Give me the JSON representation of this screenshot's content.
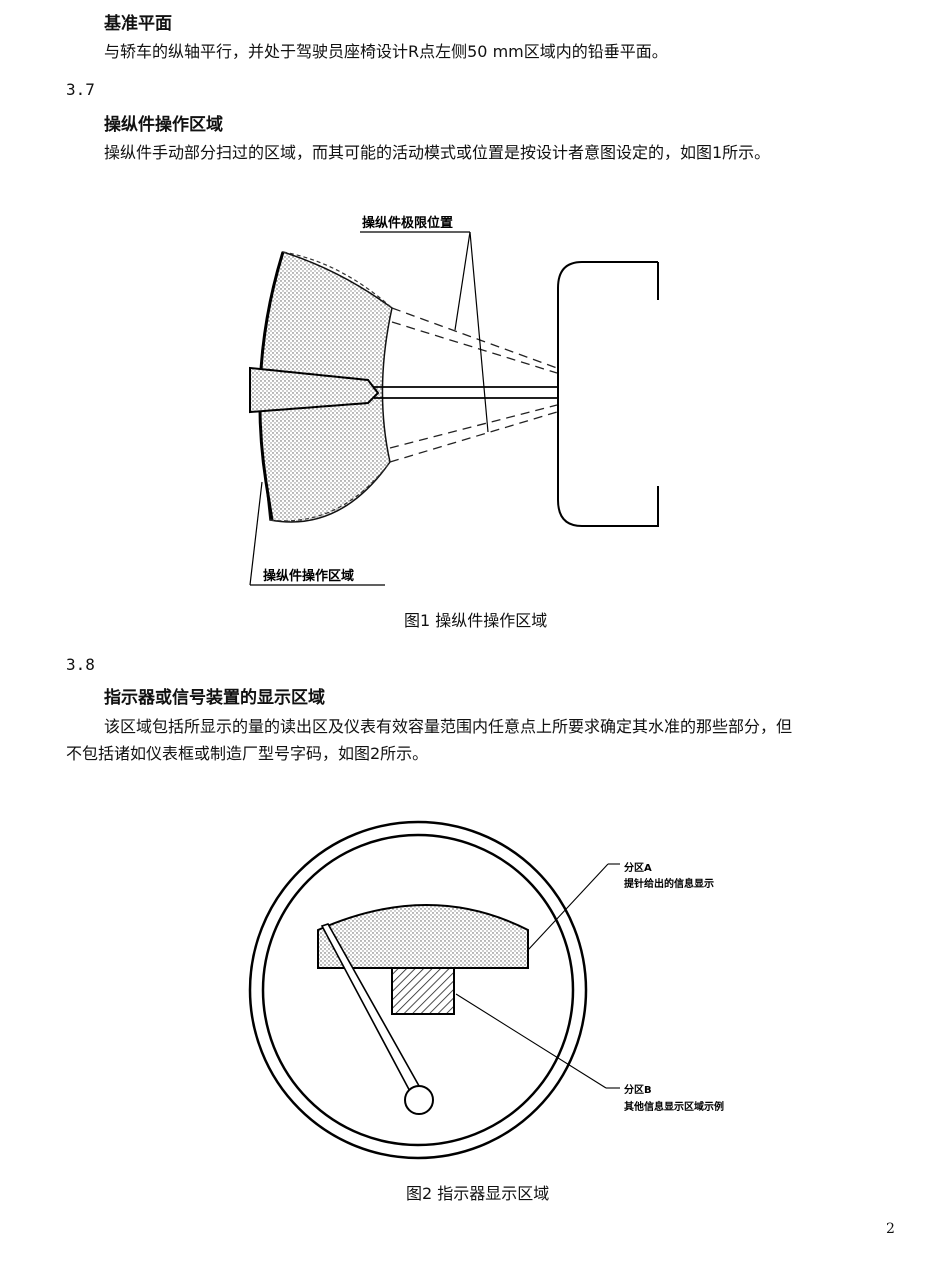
{
  "sections": {
    "reference_plane": {
      "term": "基准平面",
      "definition": "与轿车的纵轴平行，并处于驾驶员座椅设计R点左侧50 mm区域内的铅垂平面。"
    },
    "s37": {
      "number": "3.7",
      "term": "操纵件操作区域",
      "definition": "操纵件手动部分扫过的区域，而其可能的活动模式或位置是按设计者意图设定的，如图1所示。"
    },
    "s38": {
      "number": "3.8",
      "term": "指示器或信号装置的显示区域",
      "definition_line1": "该区域包括所显示的量的读出区及仪表有效容量范围内任意点上所要求确定其水准的那些部分，但",
      "definition_line2": "不包括诸如仪表框或制造厂型号字码，如图2所示。"
    }
  },
  "figure1": {
    "caption": "图1 操纵件操作区域",
    "label_limit_positions": "操纵件极限位置",
    "label_operating_area": "操纵件操作区域"
  },
  "figure2": {
    "caption": "图2 指示器显示区域",
    "label_zone_a": "分区A",
    "label_zone_a_desc": "提针给出的信息显示",
    "label_zone_b": "分区B",
    "label_zone_b_desc": "其他信息显示区域示例"
  },
  "page_number": "2"
}
